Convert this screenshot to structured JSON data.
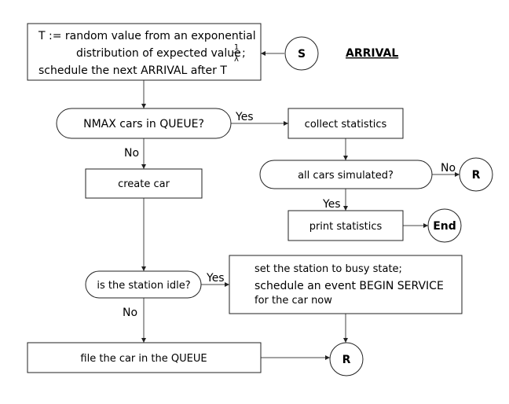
{
  "title": "ARRIVAL",
  "nodes": {
    "arrival_line1": "T := random value from an exponential",
    "arrival_line2": "distribution of expected value",
    "arrival_frac_num": "1",
    "arrival_frac_den": "λ",
    "arrival_frac_tail": ";",
    "arrival_line3": "schedule the next ARRIVAL after T",
    "start": "S",
    "queue_full": "NMAX cars in QUEUE?",
    "collect_stats": "collect statistics",
    "all_simulated": "all cars simulated?",
    "return_top": "R",
    "create_car": "create car",
    "print_stats": "print statistics",
    "end": "End",
    "station_idle": "is the station idle?",
    "busy_line1": "set the station to busy state;",
    "busy_line2": "schedule an event BEGIN SERVICE",
    "busy_line3": "for the car now",
    "file_car": "file the car in the QUEUE",
    "return_bottom": "R"
  },
  "labels": {
    "yes_queue": "Yes",
    "no_queue": "No",
    "no_all": "No",
    "yes_all": "Yes",
    "yes_idle": "Yes",
    "no_idle": "No"
  }
}
